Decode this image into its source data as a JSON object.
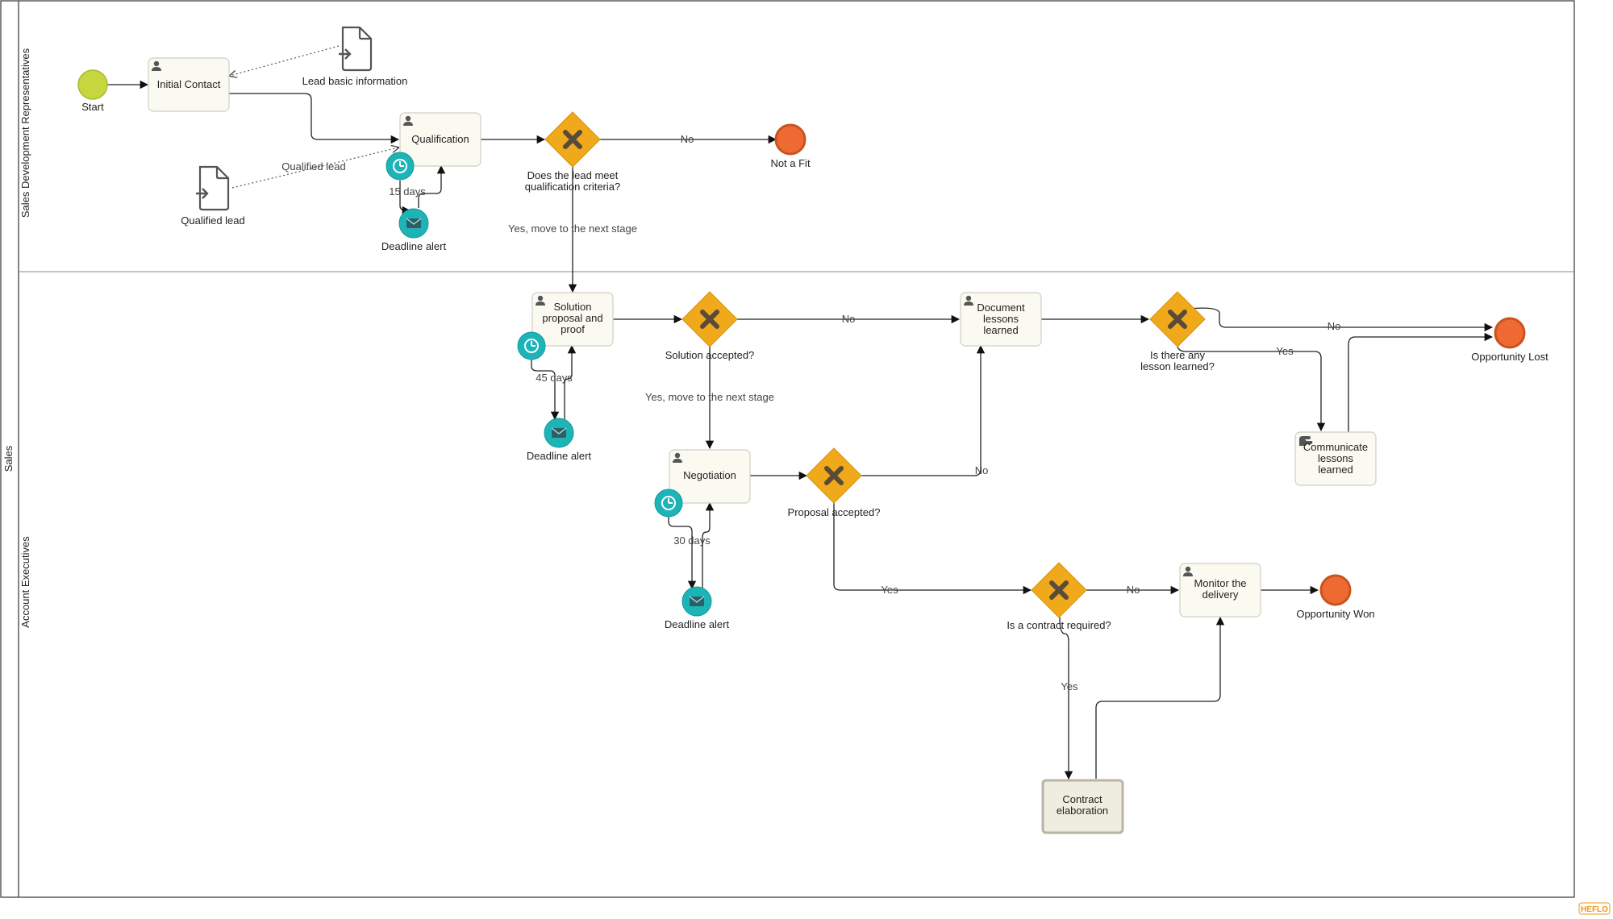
{
  "pool": {
    "name": "Sales"
  },
  "lanes": {
    "sdr": "Sales Development Representatives",
    "ae": "Account Executives"
  },
  "events": {
    "start": "Start",
    "not_fit": "Not a Fit",
    "opp_lost": "Opportunity Lost",
    "opp_won": "Opportunity Won"
  },
  "tasks": {
    "initial_contact": [
      "Initial Contact"
    ],
    "qualification": [
      "Qualification"
    ],
    "solution": [
      "Solution",
      "proposal and",
      "proof"
    ],
    "document": [
      "Document",
      "lessons",
      "learned"
    ],
    "communicate": [
      "Communicate",
      "lessons",
      "learned"
    ],
    "negotiation": [
      "Negotiation"
    ],
    "monitor": [
      "Monitor the",
      "delivery"
    ],
    "contract": [
      "Contract",
      "elaboration"
    ]
  },
  "gateways": {
    "qualification_criteria": [
      "Does the lead meet",
      "qualification criteria?"
    ],
    "solution_accepted": [
      "Solution accepted?"
    ],
    "lesson_learned": [
      "Is there any",
      "lesson learned?"
    ],
    "proposal_accepted": [
      "Proposal accepted?"
    ],
    "contract_required": [
      "Is a contract required?"
    ]
  },
  "data_objects": {
    "lead_basic": "Lead basic information",
    "qualified_lead": "Qualified lead"
  },
  "boundary": {
    "deadline_alert": "Deadline alert",
    "t15": "15 days",
    "t45": "45 days",
    "t30": "30 days"
  },
  "flow_labels": {
    "qualified_lead": "Qualified lead",
    "no": "No",
    "yes": "Yes",
    "yes_next": "Yes, move to the next stage"
  },
  "brand": "HEFLO",
  "colors": {
    "start": "#c6d63f",
    "end": "#ef6a32",
    "gateway": "#f0a91a",
    "timer": "#1db4b7",
    "task_fill": "#fbfaf1"
  }
}
